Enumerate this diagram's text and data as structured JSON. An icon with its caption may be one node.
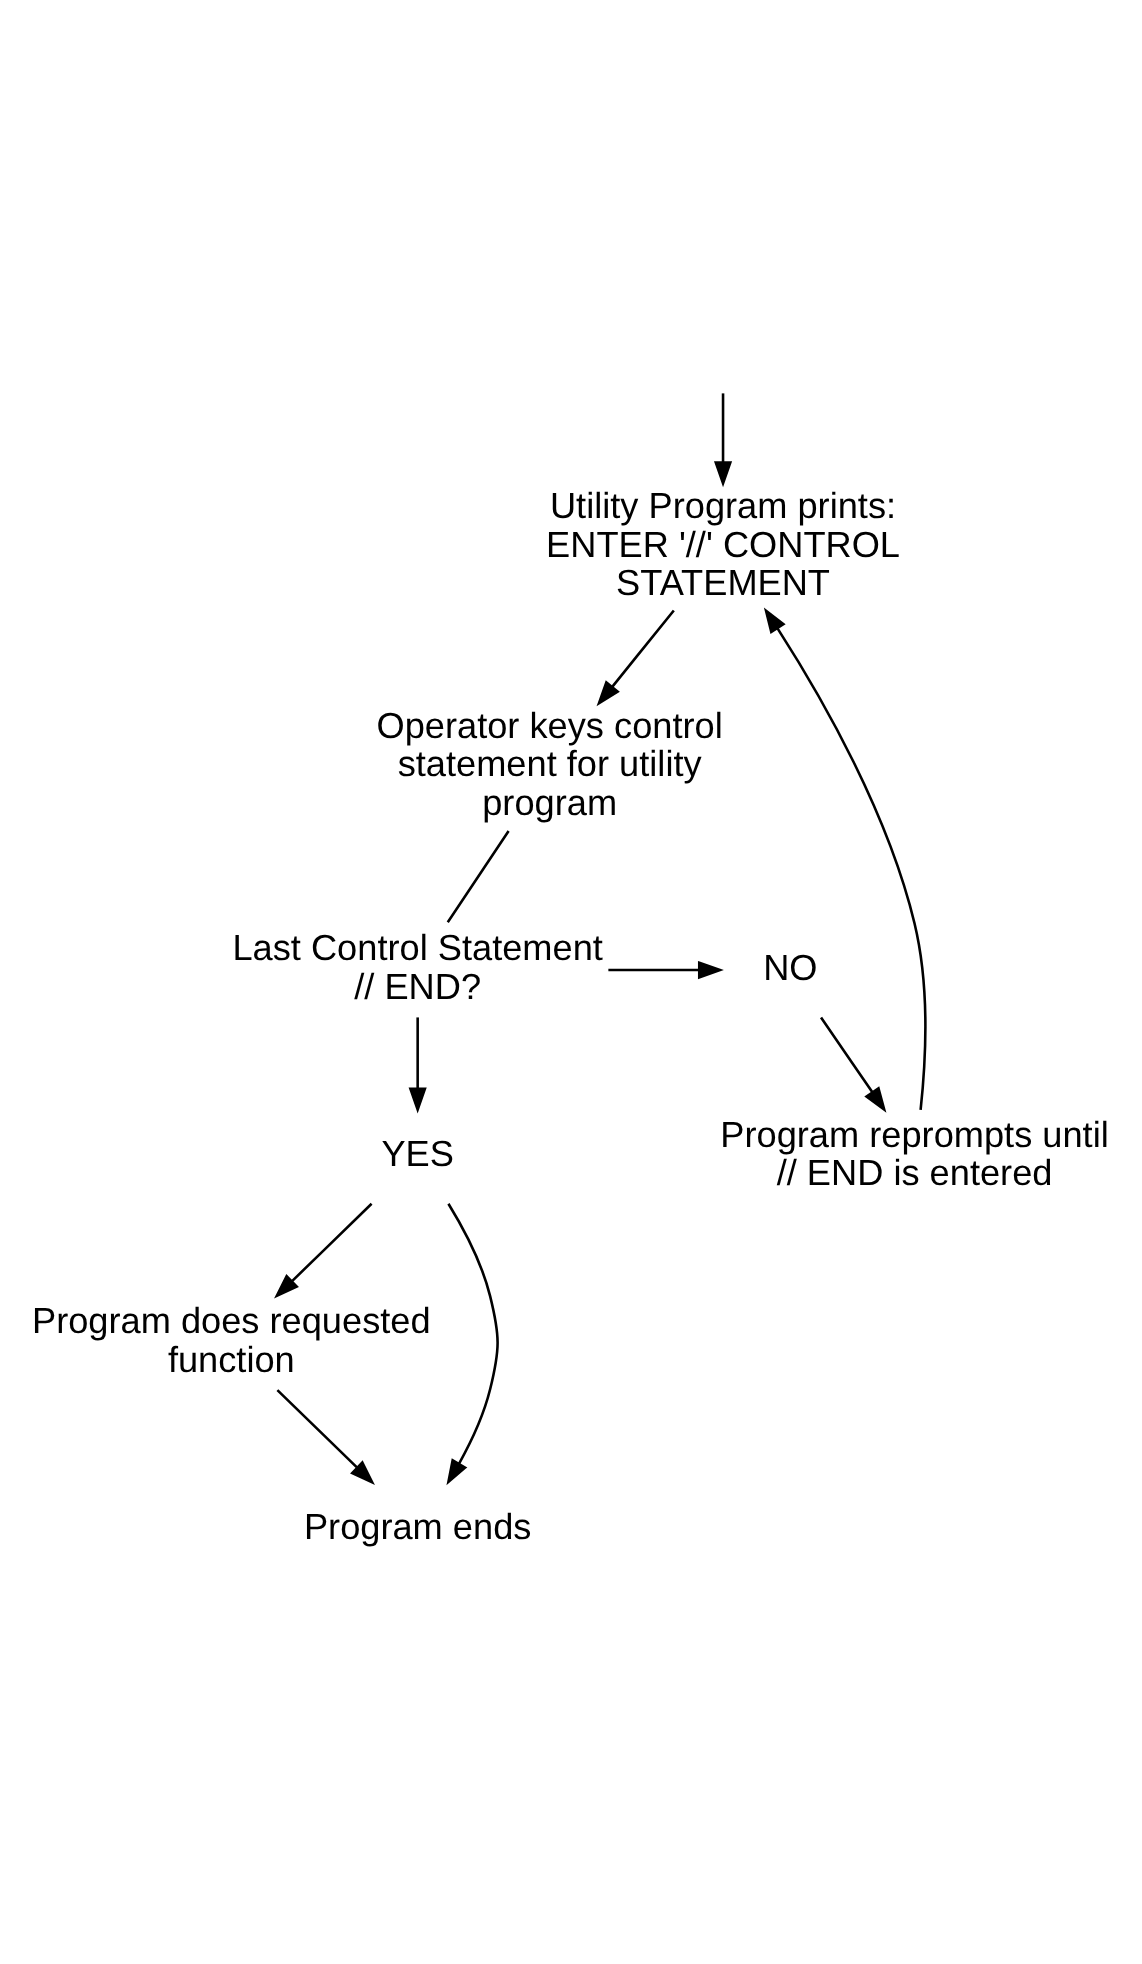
{
  "diagram": {
    "nodes": [
      {
        "text": [
          "Utility Program prints: ENTER '//' CONTROL STATEMENT"
        ]
      },
      {
        "text": [
          "Operator keys control statement for utility program"
        ]
      },
      {
        "text": [
          "Last Control Statement // END?"
        ]
      },
      {
        "text": [
          "NO"
        ]
      },
      {
        "text": [
          "Program reprompts until // END is entered"
        ]
      },
      {
        "text": [
          "YES"
        ]
      },
      {
        "text": [
          "Program does requested function"
        ]
      },
      {
        "text": [
          "Program ends"
        ]
      }
    ],
    "edges": [
      {
        "from": null,
        "to": 0,
        "arrow": "to"
      },
      {
        "from": 0,
        "to": 1,
        "arrow": "to"
      },
      {
        "from": 1,
        "to": 2,
        "arrow": "none"
      },
      {
        "from": 2,
        "to": 3,
        "arrow": "to"
      },
      {
        "from": 3,
        "to": 4,
        "arrow": "to"
      },
      {
        "from": 4,
        "to": 0,
        "arrow": "to"
      },
      {
        "from": 2,
        "to": 5,
        "arrow": "to"
      },
      {
        "from": 5,
        "to": 6,
        "arrow": "to"
      },
      {
        "from": 5,
        "to": 7,
        "arrow": "to"
      },
      {
        "from": 6,
        "to": 7,
        "arrow": "to"
      }
    ]
  }
}
